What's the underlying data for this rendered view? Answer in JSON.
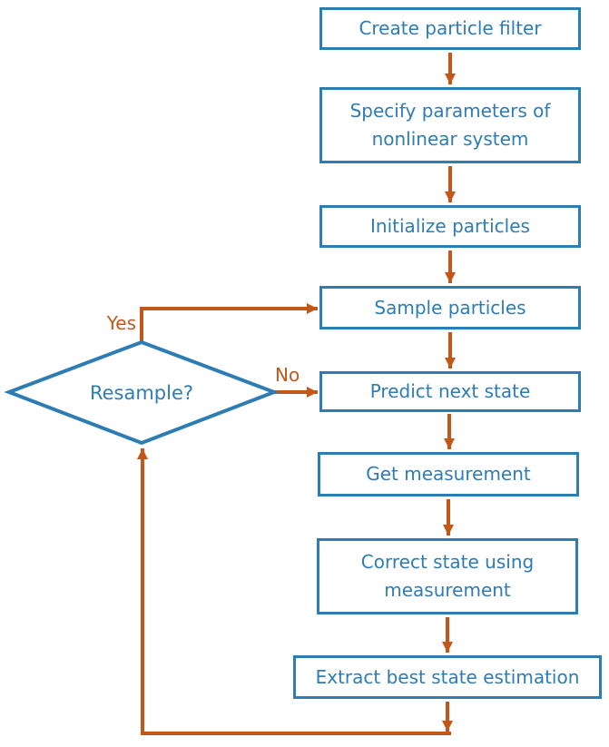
{
  "diagram": {
    "type": "flowchart",
    "boxes": [
      {
        "label": "Create particle filter"
      },
      {
        "label": "Specify parameters of nonlinear system"
      },
      {
        "label": "Initialize particles"
      },
      {
        "label": "Sample particles"
      },
      {
        "label": "Predict next state"
      },
      {
        "label": "Get measurement"
      },
      {
        "label": "Correct state using measurement"
      },
      {
        "label": "Extract best state estimation"
      }
    ],
    "decision": {
      "label": "Resample?"
    },
    "edge_labels": {
      "yes": "Yes",
      "no": "No"
    },
    "colors": {
      "shape_stroke_blue": "#2E7CB4",
      "text_blue": "#2E7CB4",
      "arrow_orange": "#C2571A",
      "background": "#FFFFFF"
    }
  }
}
